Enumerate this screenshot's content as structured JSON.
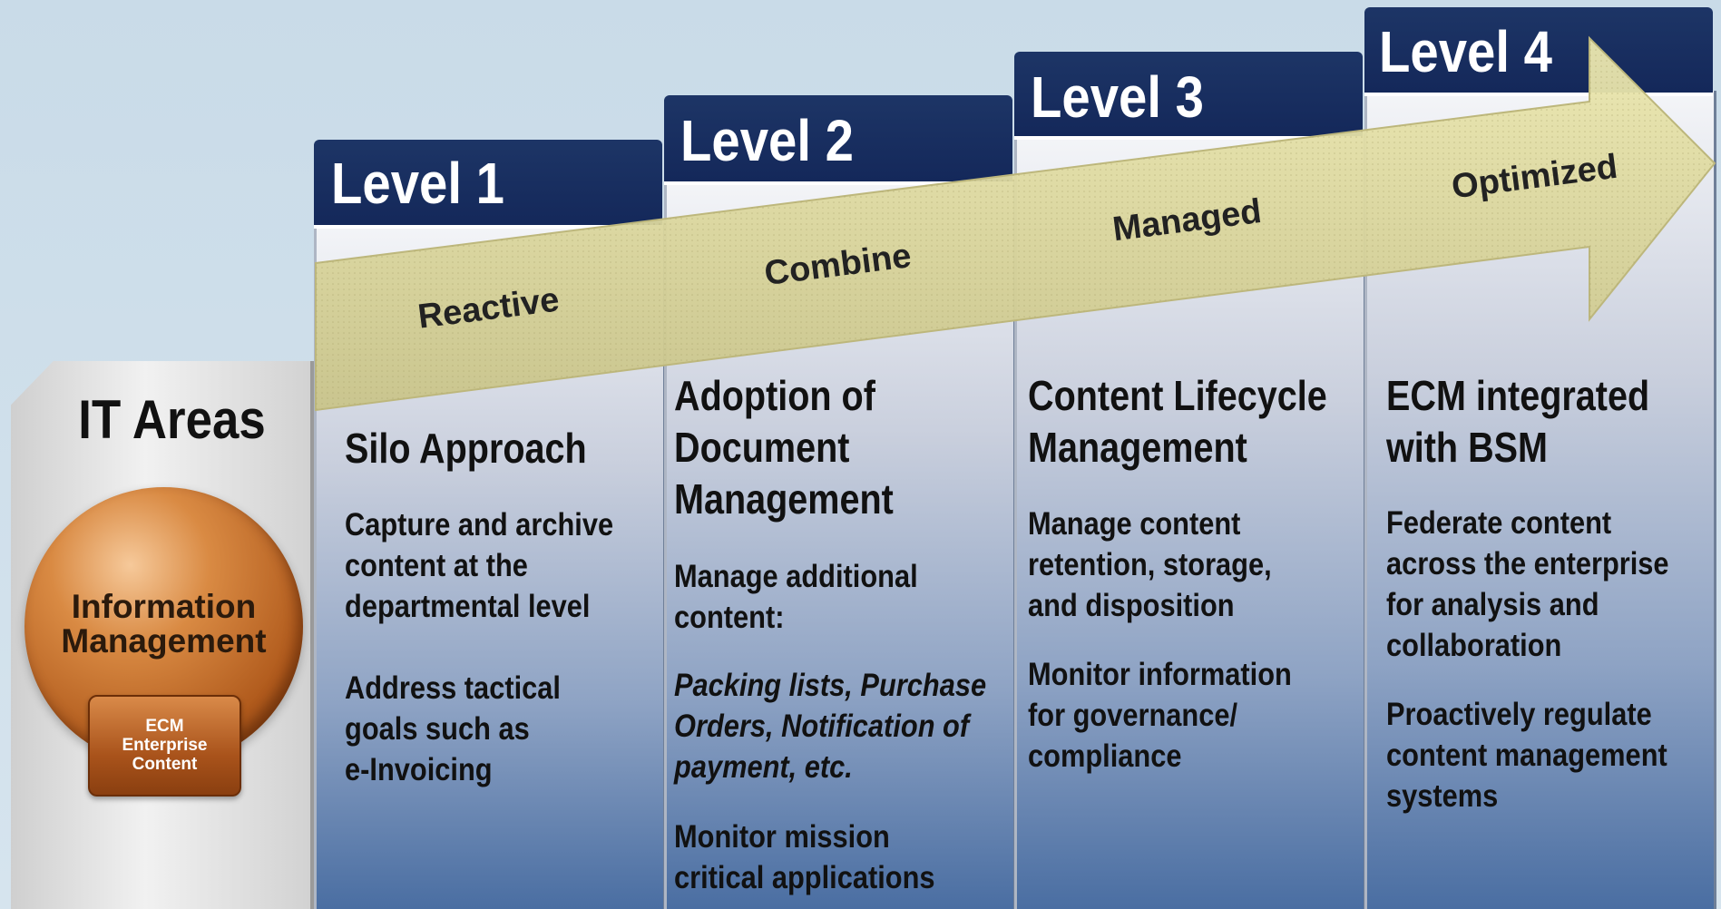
{
  "it_areas": {
    "title": "IT Areas",
    "circle_label_lines": [
      "Information",
      "Management"
    ],
    "badge_lines": [
      "ECM",
      "Enterprise",
      "Content"
    ]
  },
  "arrow": {
    "stages": [
      "Reactive",
      "Combine",
      "Managed",
      "Optimized"
    ]
  },
  "levels": [
    {
      "label": "Level 1",
      "heading_lines": [
        "Silo Approach"
      ],
      "blocks": [
        {
          "lines": [
            "Capture and archive",
            "content at the",
            "departmental level"
          ]
        },
        {
          "lines": [
            "Address tactical",
            "goals such as",
            "e-Invoicing"
          ]
        }
      ]
    },
    {
      "label": "Level 2",
      "heading_lines": [
        "Adoption of",
        "Document",
        "Management"
      ],
      "blocks": [
        {
          "lines": [
            "Manage additional",
            "content:"
          ]
        },
        {
          "lines": [
            "Packing lists, Purchase",
            "Orders, Notification of",
            "payment, etc."
          ],
          "italic": true
        },
        {
          "lines": [
            "Monitor mission",
            "critical applications"
          ]
        }
      ]
    },
    {
      "label": "Level 3",
      "heading_lines": [
        "Content Lifecycle",
        "Management"
      ],
      "blocks": [
        {
          "lines": [
            "Manage content",
            "retention, storage,",
            "and disposition"
          ]
        },
        {
          "lines": [
            "Monitor information",
            "for governance/",
            "compliance"
          ]
        }
      ]
    },
    {
      "label": "Level 4",
      "heading_lines": [
        "ECM integrated",
        "with BSM"
      ],
      "blocks": [
        {
          "lines": [
            "Federate content",
            "across the enterprise",
            "for analysis and",
            "collaboration"
          ]
        },
        {
          "lines": [
            "Proactively regulate",
            "content management",
            "systems"
          ]
        }
      ]
    }
  ]
}
